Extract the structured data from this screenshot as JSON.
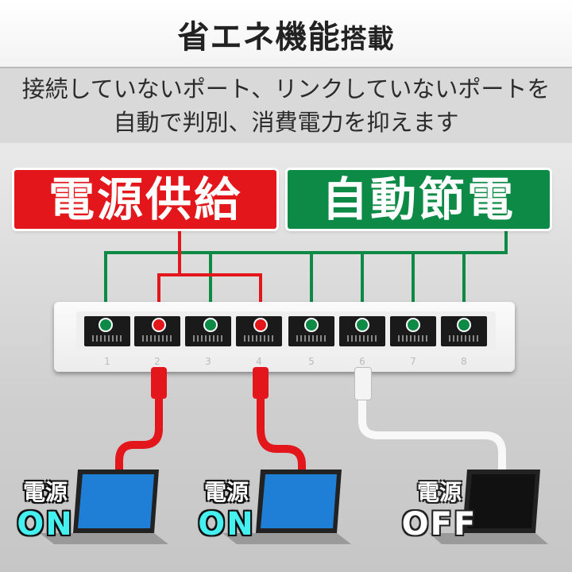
{
  "header": {
    "title_main": "省エネ機能",
    "title_small": "搭載",
    "subtitle_line1": "接続していないポート、リンクしていないポートを",
    "subtitle_line2": "自動で判別、消費電力を抑えます"
  },
  "labels": {
    "power_supply": "電源供給",
    "auto_save": "自動節電"
  },
  "colors": {
    "red": "#e3161b",
    "green": "#0d8a45",
    "cyan_on": "#44f0f0"
  },
  "switch": {
    "port_numbers": [
      "1",
      "2",
      "3",
      "4",
      "5",
      "6",
      "7",
      "8"
    ],
    "port_state": [
      "green",
      "red",
      "green",
      "red",
      "green",
      "green",
      "green",
      "green"
    ]
  },
  "pcs": [
    {
      "label": "電源",
      "state": "ON"
    },
    {
      "label": "電源",
      "state": "ON"
    },
    {
      "label": "電源",
      "state": "OFF"
    }
  ]
}
